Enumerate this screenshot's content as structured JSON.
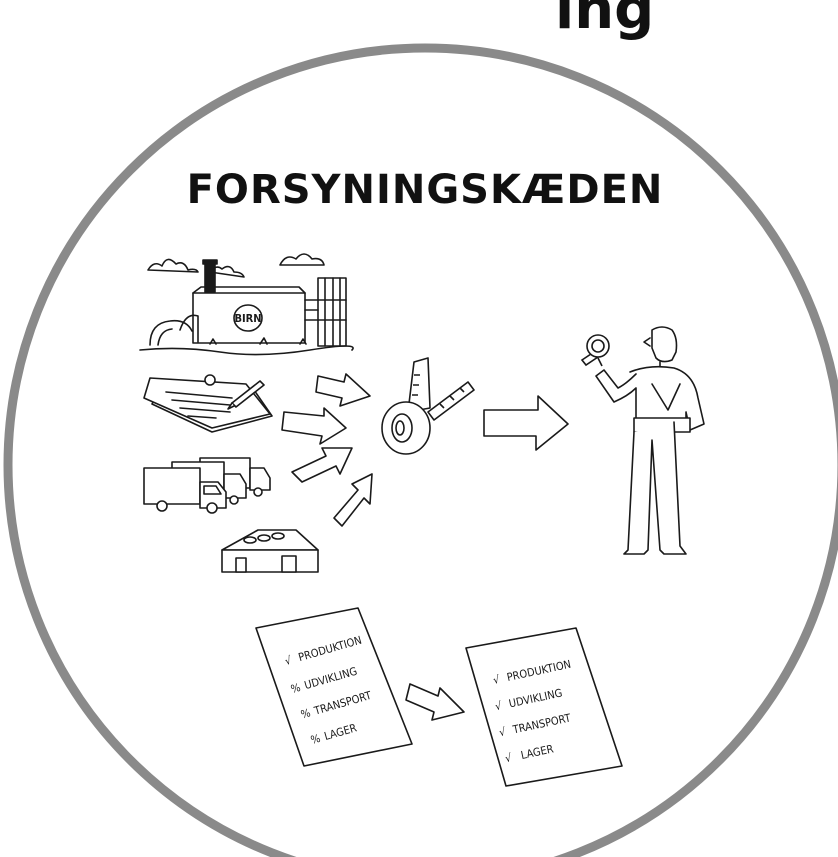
{
  "top_heading": "ing",
  "title": "FORSYNINGSKÆDEN",
  "factory_sign": "BIRN",
  "checklist_before": {
    "items": [
      {
        "mark": "√",
        "label": "PRODUKTION"
      },
      {
        "mark": "%",
        "label": "UDVIKLING"
      },
      {
        "mark": "%",
        "label": "TRANSPORT"
      },
      {
        "mark": "%",
        "label": "LAGER"
      }
    ]
  },
  "checklist_after": {
    "items": [
      {
        "mark": "√",
        "label": "PRODUKTION"
      },
      {
        "mark": "√",
        "label": "UDVIKLING"
      },
      {
        "mark": "√",
        "label": "TRANSPORT"
      },
      {
        "mark": "√",
        "label": "LAGER"
      }
    ]
  },
  "colors": {
    "circle": "#8a8a8a",
    "ink": "#1a1a1a",
    "background": "#ffffff"
  },
  "icons": [
    "factory-icon",
    "contract-icon",
    "trucks-icon",
    "warehouse-icon",
    "tape-measure-icon",
    "inspector-icon",
    "magnifier-icon"
  ]
}
